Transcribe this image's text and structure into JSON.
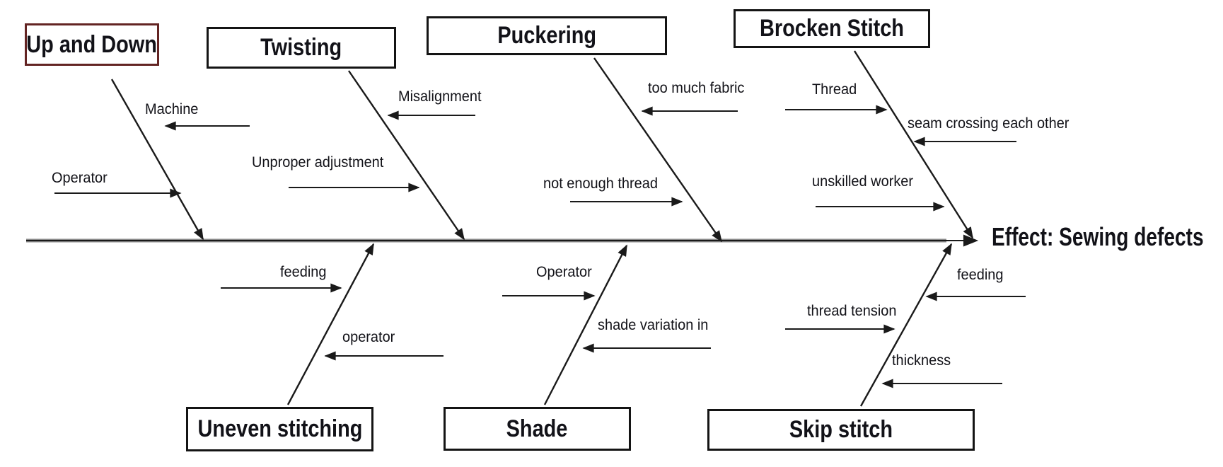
{
  "diagram": {
    "effect": {
      "label": "Effect: Sewing defects"
    },
    "categories": [
      {
        "label": "Up and Down",
        "position": "top",
        "causes": [
          {
            "label": "Machine",
            "arrow": "left"
          },
          {
            "label": "Operator",
            "arrow": "right"
          }
        ]
      },
      {
        "label": "Twisting",
        "position": "top",
        "causes": [
          {
            "label": "Misalignment",
            "arrow": "left"
          },
          {
            "label": "Unproper adjustment",
            "arrow": "right"
          }
        ]
      },
      {
        "label": "Puckering",
        "position": "top",
        "causes": [
          {
            "label": "too much fabric",
            "arrow": "left"
          },
          {
            "label": "not enough thread",
            "arrow": "right"
          }
        ]
      },
      {
        "label": "Brocken Stitch",
        "position": "top",
        "causes": [
          {
            "label": "Thread",
            "arrow": "right"
          },
          {
            "label": "seam crossing each other",
            "arrow": "left"
          },
          {
            "label": "unskilled worker",
            "arrow": "right"
          }
        ]
      },
      {
        "label": "Uneven stitching",
        "position": "bottom",
        "causes": [
          {
            "label": "feeding",
            "arrow": "right"
          },
          {
            "label": "operator",
            "arrow": "left"
          }
        ]
      },
      {
        "label": "Shade",
        "position": "bottom",
        "causes": [
          {
            "label": "Operator",
            "arrow": "right"
          },
          {
            "label": "shade variation in",
            "arrow": "left"
          }
        ]
      },
      {
        "label": "Skip stitch",
        "position": "bottom",
        "causes": [
          {
            "label": "feeding",
            "arrow": "left"
          },
          {
            "label": "thread tension",
            "arrow": "right"
          },
          {
            "label": "thickness",
            "arrow": "left"
          }
        ]
      }
    ]
  },
  "colors": {
    "text_color": "#121218",
    "line_color": "#1a1a1a",
    "box_border_color": "#141414",
    "accent_border_color": "#632423",
    "spine_color": "#8a8a8a"
  }
}
